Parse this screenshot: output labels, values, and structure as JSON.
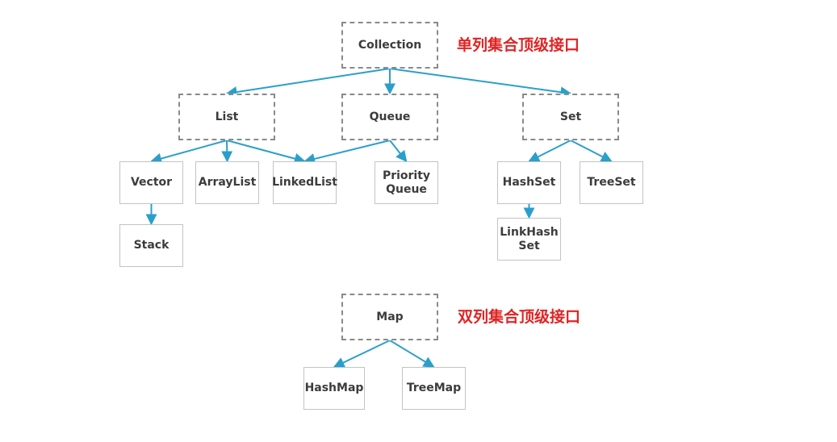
{
  "colors": {
    "edge": "#2a9fcb",
    "caption": "#e02424"
  },
  "captions": {
    "collection": "单列集合顶级接口",
    "map": "双列集合顶级接口"
  },
  "nodes": {
    "collection": "Collection",
    "list": "List",
    "queue": "Queue",
    "set": "Set",
    "vector": "Vector",
    "arraylist": "ArrayList",
    "linkedlist": "LinkedList",
    "priorityqueue": "Priority\nQueue",
    "hashset": "HashSet",
    "treeset": "TreeSet",
    "stack": "Stack",
    "linkedhashset": "LinkHash\nSet",
    "map": "Map",
    "hashmap": "HashMap",
    "treemap": "TreeMap"
  },
  "edges": [
    [
      "collection",
      "list"
    ],
    [
      "collection",
      "queue"
    ],
    [
      "collection",
      "set"
    ],
    [
      "list",
      "vector"
    ],
    [
      "list",
      "arraylist"
    ],
    [
      "list",
      "linkedlist"
    ],
    [
      "queue",
      "linkedlist"
    ],
    [
      "queue",
      "priorityqueue"
    ],
    [
      "set",
      "hashset"
    ],
    [
      "set",
      "treeset"
    ],
    [
      "vector",
      "stack"
    ],
    [
      "hashset",
      "linkedhashset"
    ],
    [
      "map",
      "hashmap"
    ],
    [
      "map",
      "treemap"
    ]
  ]
}
